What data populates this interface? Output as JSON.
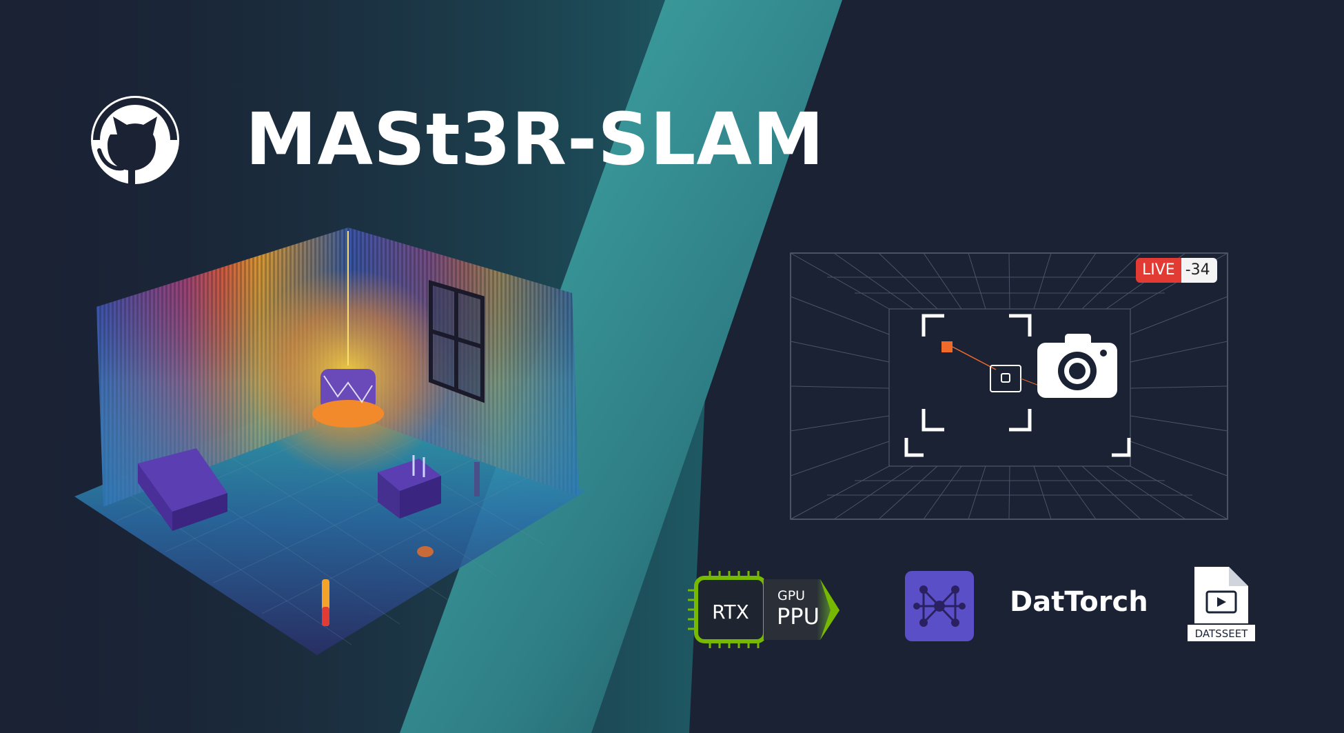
{
  "title": "MASt3R-SLAM",
  "logo": {
    "icon": "github-octocat-icon"
  },
  "viewport": {
    "badge_live": "LIVE",
    "badge_value": "-34",
    "camera_icon": "camera-icon"
  },
  "logos": {
    "rtx_label": "RTX",
    "gpu_label": "GPU",
    "ppu_label": "PPU",
    "torch_icon": "neural-network-icon",
    "torch_brand": "DatTorch",
    "dataset_icon": "video-file-icon",
    "dataset_label": "DATSSEET"
  },
  "colors": {
    "background": "#1a2234",
    "teal_band": "#3fa3a3",
    "gpu_green": "#76b900",
    "live_red": "#e23b33",
    "torch_purple": "#5b4fc8"
  }
}
